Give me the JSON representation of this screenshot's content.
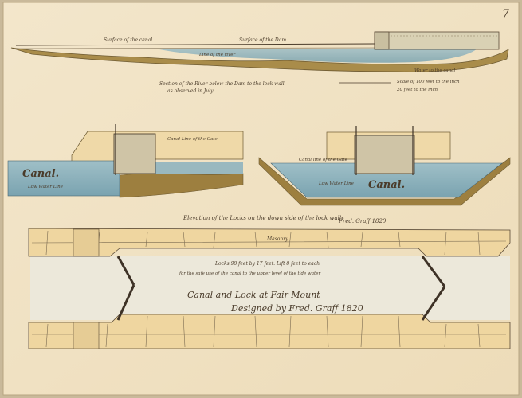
{
  "page_number": "7",
  "section": {
    "top_notes": [
      "Surface of the canal",
      "Surface of the Dam",
      "Line of the river",
      "Water to the canal"
    ],
    "top_caption_line1": "Section of the River below the Dam to the lock wall",
    "top_caption_line2": "as observed in July",
    "scale_note_line1": "Scale of 100 feet to the inch",
    "scale_note_line2": "20 feet to the inch"
  },
  "elevations": {
    "left_label": "Canal.",
    "left_sublabel": "Low Water Line",
    "left_top_note": "Canal Line of the Gate",
    "right_label": "Canal.",
    "right_top_note": "Canal line of the Gate",
    "right_sublabel": "Low Water Line",
    "caption": "Elevation of the Locks on the down side of the lock walls",
    "caption_signature": "Fred. Graff 1820"
  },
  "plan": {
    "wall_note": "Masonry",
    "note_line1": "Locks 98 feet by 17 feet. Lift 8 feet to each",
    "note_line2": "for the safe use of the canal to the upper level of the tide water",
    "title_line1": "Canal and Lock at Fair Mount",
    "title_line2": "Designed by Fred. Graff 1820"
  }
}
